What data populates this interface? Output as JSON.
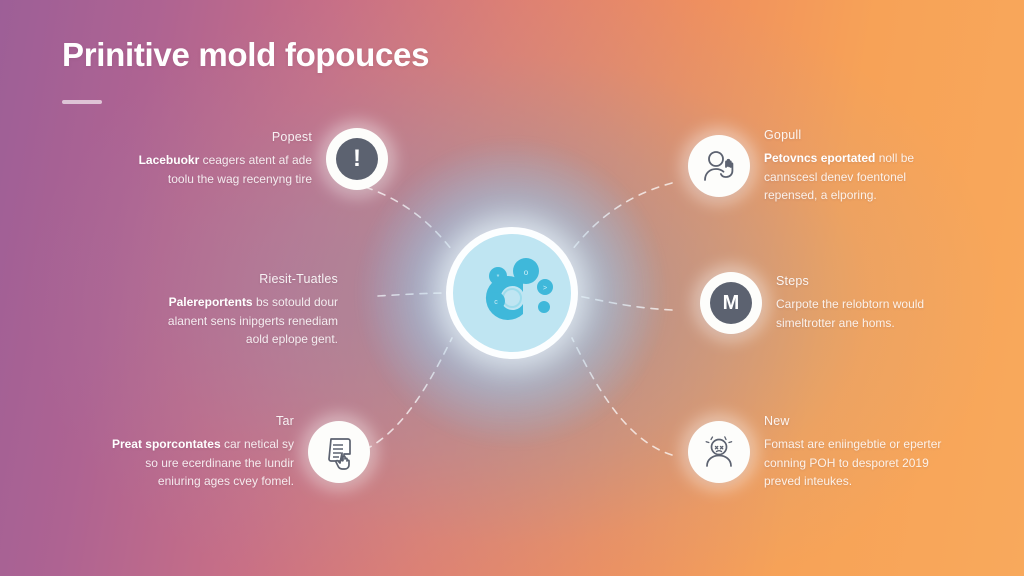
{
  "header": {
    "title": "Prinitive mold fopouces",
    "accent_rule_color": "#ffffff"
  },
  "theme": {
    "gradient_left": "#9d5f97",
    "gradient_mid": "#e07f71",
    "gradient_right": "#f8a95c",
    "center_node_fill": "#bfe5f2",
    "center_node_accent": "#3fb8da",
    "badge_bg": "#fdfdfb",
    "badge_dark": "#5c6270",
    "text_color": "#ffffff",
    "connector_color": "rgba(255,255,255,0.75)"
  },
  "center_node": {
    "name": "central-hub-orb",
    "glyph": "c-shaped-arc-with-nodes"
  },
  "items": [
    {
      "id": "item-1",
      "side": "left",
      "heading": "Popest",
      "body_bold": "Lacebuokr",
      "body": " ceagers atent af ade toolu the wag recenyng tire",
      "icon": "exclamation-icon",
      "icon_type": "dark-disc",
      "icon_glyph": "!"
    },
    {
      "id": "item-2",
      "side": "left",
      "heading": "Riesit-Tuatles",
      "body_bold": "Palereportents",
      "body": " bs sotould dour alanent sens inipgerts renediam aold eplope gent.",
      "icon": "none",
      "icon_type": "none",
      "icon_glyph": ""
    },
    {
      "id": "item-3",
      "side": "left",
      "heading": "Tar",
      "body_bold": "Preat sporcontates",
      "body": " car netical sy so ure ecerdinane the lundir eniuring ages cvey fomel.",
      "icon": "document-hand-click-icon",
      "icon_type": "outline",
      "icon_glyph": ""
    },
    {
      "id": "item-4",
      "side": "right",
      "heading": "Gopull",
      "body_bold": "Petovncs eportated",
      "body": " noll be cannscesl denev foentonel repensed, a elporing.",
      "icon": "person-raised-hand-icon",
      "icon_type": "outline",
      "icon_glyph": ""
    },
    {
      "id": "item-5",
      "side": "right",
      "heading": "Steps",
      "body_bold": "",
      "body": "Carpote the relobtorn would simeltrotter ane homs.",
      "icon": "letter-m-icon",
      "icon_type": "dark-disc",
      "icon_glyph": "M"
    },
    {
      "id": "item-6",
      "side": "right",
      "heading": "New",
      "body_bold": "",
      "body": "Fomast are eniingebtie or eperter conning POH to desporet 2019 preved inteukes.",
      "icon": "dizzy-face-person-icon",
      "icon_type": "outline",
      "icon_glyph": ""
    }
  ]
}
